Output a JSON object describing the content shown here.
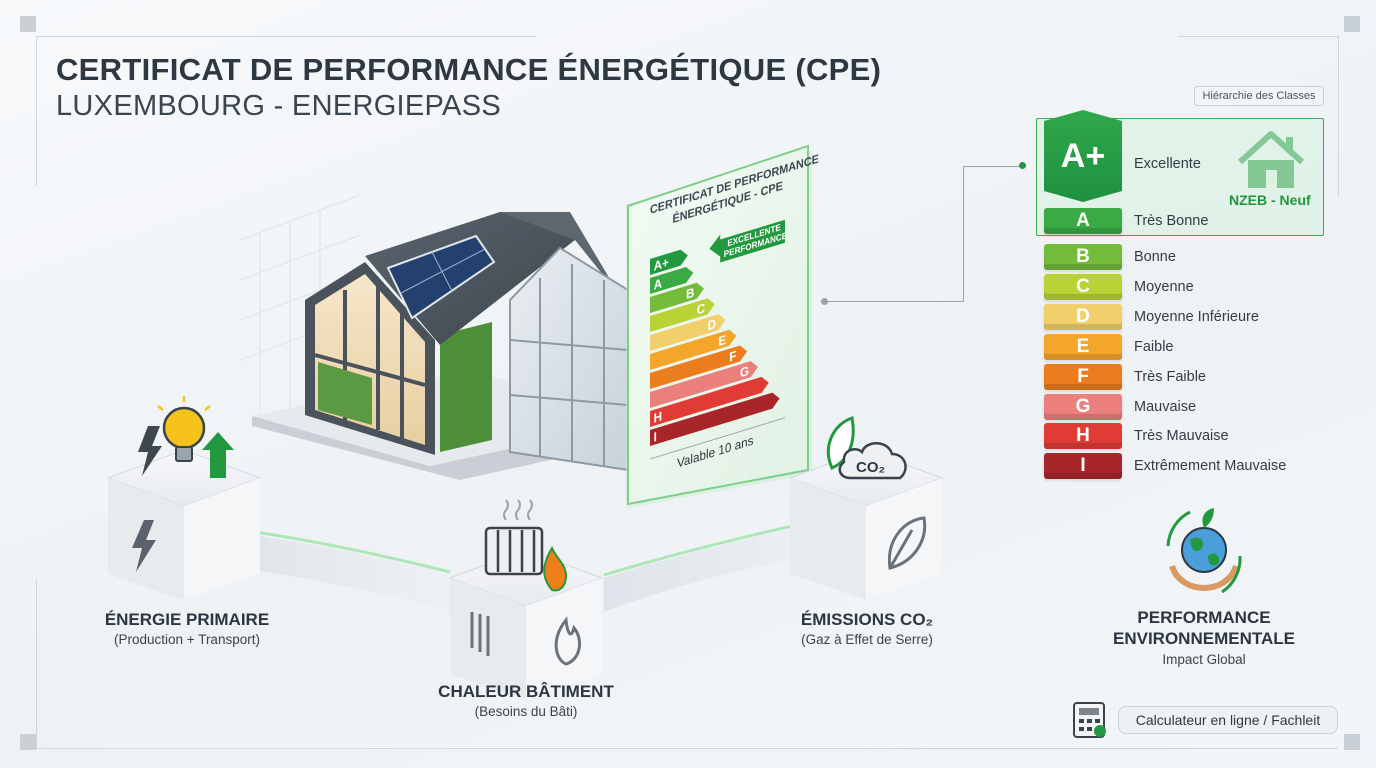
{
  "header": {
    "title": "CERTIFICAT DE PERFORMANCE ÉNERGÉTIQUE (CPE)",
    "subtitle": "LUXEMBOURG - ENERGIEPASS"
  },
  "certificate": {
    "title_line1": "CERTIFICAT DE PERFORMANCE",
    "title_line2": "ÉNERGÉTIQUE - CPE",
    "callout_line1": "EXCELLENTE",
    "callout_line2": "PERFORMANCE",
    "validity": "Valable 10 ans",
    "classes": [
      "A+",
      "A",
      "B",
      "C",
      "D",
      "E",
      "F",
      "G",
      "H",
      "I"
    ]
  },
  "legend": {
    "badge": "Hiérarchie des Classes",
    "nzeb_label": "NZEB - Neuf",
    "classes": [
      {
        "letter": "A+",
        "name": "Excellente",
        "color": "#23993f"
      },
      {
        "letter": "A",
        "name": "Très Bonne",
        "color": "#3aaa45"
      },
      {
        "letter": "B",
        "name": "Bonne",
        "color": "#74bb3c"
      },
      {
        "letter": "C",
        "name": "Moyenne",
        "color": "#b9d236"
      },
      {
        "letter": "D",
        "name": "Moyenne Inférieure",
        "color": "#f1d06c"
      },
      {
        "letter": "E",
        "name": "Faible",
        "color": "#f4a62b"
      },
      {
        "letter": "F",
        "name": "Très Faible",
        "color": "#ec7d1f"
      },
      {
        "letter": "G",
        "name": "Mauvaise",
        "color": "#ea7f7c"
      },
      {
        "letter": "H",
        "name": "Très Mauvaise",
        "color": "#e03c35"
      },
      {
        "letter": "I",
        "name": "Extrêmement Mauvaise",
        "color": "#a8262a"
      }
    ]
  },
  "pillars": {
    "primary": {
      "label": "ÉNERGIE PRIMAIRE",
      "note": "(Production + Transport)"
    },
    "heat": {
      "label": "CHALEUR BÂTIMENT",
      "note": "(Besoins du Bâti)"
    },
    "emissions": {
      "label": "ÉMISSIONS CO₂",
      "note": "(Gaz à Effet de Serre)",
      "icon_text": "CO₂"
    },
    "environment": {
      "label_line1": "PERFORMANCE",
      "label_line2": "ENVIRONNEMENTALE",
      "note": "Impact Global"
    }
  },
  "footer": {
    "calculator": "Calculateur en ligne / Fachleit"
  },
  "icons": {
    "house": "house-icon",
    "lightning": "lightning-icon",
    "bulb": "lightbulb-icon",
    "arrow_up": "arrow-up-icon",
    "radiator": "radiator-icon",
    "flame": "flame-icon",
    "leaf": "leaf-icon",
    "cloud": "co2-cloud-icon",
    "globe": "globe-hands-icon",
    "calculator": "calculator-icon"
  },
  "colors": {
    "accent_green": "#23993f",
    "text_dark": "#2e3842"
  }
}
